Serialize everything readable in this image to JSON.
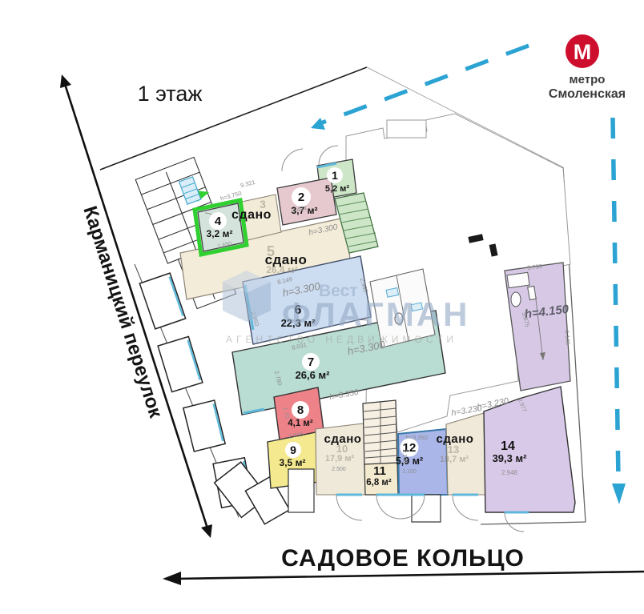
{
  "title": {
    "floor": "1 этаж"
  },
  "metro": {
    "symbol": "М",
    "line1": "метро",
    "line2": "Смоленская"
  },
  "streets": {
    "left": "Карманицкий переулок",
    "bottom": "САДОВОЕ КОЛЬЦО"
  },
  "watermark": {
    "top": "Вест",
    "main": "ФЛАГМАН",
    "sub": "АГЕНТСТВО НЕДВИЖИМОСТИ"
  },
  "colors": {
    "metro_red": "#ce0e2d",
    "route_cyan": "#2ba3d3",
    "highlight_green": "#2fd02f"
  },
  "plan": {
    "rooms": [
      {
        "number": "1",
        "area": "5,2 м²"
      },
      {
        "number": "2",
        "area": "3,7 м²"
      },
      {
        "number": "3",
        "status": "сдано"
      },
      {
        "number": "4",
        "area": "3,2 м²",
        "highlighted": true
      },
      {
        "number": "5",
        "area": "26,4 м²",
        "status": "сдано"
      },
      {
        "number": "6",
        "area": "22,3 м²",
        "ceiling": "h=3.300"
      },
      {
        "number": "7",
        "area": "26,6 м²",
        "ceiling": "h=3.300"
      },
      {
        "number": "8",
        "area": "4,1 м²"
      },
      {
        "number": "9",
        "area": "3,5 м²"
      },
      {
        "number": "10",
        "area": "17,9 м²",
        "status": "сдано"
      },
      {
        "number": "11",
        "area": "6,8 м²"
      },
      {
        "number": "12",
        "area": "5,9 м²",
        "ceiling": "h=3.350"
      },
      {
        "number": "13",
        "area": "18,7 м²",
        "status": "сдано",
        "ceiling": "h=3.230"
      },
      {
        "number": "14",
        "area": "39,3 м²",
        "ceiling": "h=3.230"
      },
      {
        "number": "",
        "area": "",
        "ceiling": "h=4.150"
      }
    ],
    "dims": [
      "9.321",
      "h=3.750",
      "2.494",
      "h=3.300",
      "8.149",
      "2.960",
      "2.950",
      "8.031",
      "2.780",
      "h=3.350",
      "1.70",
      "2.015",
      "2.100",
      "2.100",
      "2.500",
      "2.948",
      "3.790",
      "5.375",
      "9.145",
      "2.977",
      "1.650"
    ]
  }
}
